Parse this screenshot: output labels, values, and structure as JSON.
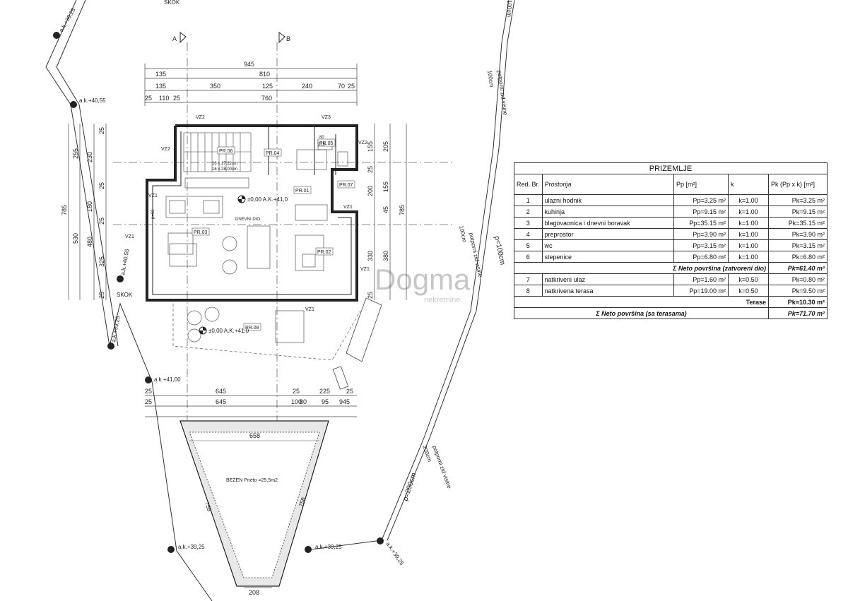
{
  "plan": {
    "section_marks": [
      "A",
      "B"
    ],
    "dims_top": [
      "945",
      "135",
      "810",
      "135",
      "350",
      "125",
      "240",
      "70",
      "25",
      "25",
      "110",
      "25",
      "760"
    ],
    "dims_left": [
      "785",
      "255",
      "230",
      "25",
      "180",
      "530",
      "480",
      "325",
      "25",
      "25",
      "25"
    ],
    "dims_right": [
      "205",
      "155",
      "25",
      "200",
      "155",
      "45",
      "785",
      "380",
      "330",
      "25"
    ],
    "dims_bottom": [
      "25",
      "645",
      "25",
      "225",
      "25",
      "25",
      "645",
      "100",
      "80",
      "95",
      "945"
    ],
    "room_tags": [
      "PR.01",
      "PR.02",
      "PR.03",
      "PR.04",
      "PR.05",
      "PR.06",
      "PR.07",
      "PR.08"
    ],
    "wall_tags": [
      "VZ1",
      "VZ2",
      "VZ3"
    ],
    "levels": {
      "floor": "±0,00  A.K.+41,0",
      "terrace": "±0,00  A.K.+41,0",
      "ak_4055_top": "a.k.+40,55",
      "ak_3925_top": "a.k.+39,25",
      "ak_4055_left": "a.k.+40,55",
      "ak_3925_left": "a.k.+39,25",
      "ak_4100": "a.k.+41,00",
      "ak_3925_bl": "a.k.+39,25",
      "ak_3925_bm": "a.k.+39,25",
      "ak_3925_br": "a.k.+39,25"
    },
    "labels": {
      "skok": "SKOK",
      "skok_top": "SKOK",
      "dnevni": "DNEVNI DIO",
      "stairs1": "16 x 17,22cm",
      "stairs2": "16 x 28,00cm",
      "door1": "80",
      "door2": "215",
      "p60": "p=60",
      "pool": "BEZEN Pneto =25,5m2",
      "pool_w_top": "658",
      "pool_w_bot": "208",
      "pool_side_l": "758",
      "pool_side_r": "758",
      "wall1": "potporni zid visine",
      "wall1b": "100cm",
      "wall2": "potporni zid visine",
      "wall2b": "100cm",
      "wall2c": "p=100cm",
      "wall3": "potporni zid visine",
      "wall3b": "200cm",
      "wall3c": "p=200cm",
      "wall_top": "100cm",
      "watermark": "Dogma",
      "watermark_sub": "nekretnine"
    }
  },
  "table": {
    "title": "PRIZEMLJE",
    "headers": {
      "rb": "Red. Br.",
      "prostorija": "Prostorija",
      "pp": "Pp [m²]",
      "k": "k",
      "pk": "Pk (Pp x k) [m²]"
    },
    "rows": [
      {
        "no": "1",
        "name": "ulazni hodnik",
        "pp": "Pp=3.25 m²",
        "k": "k=1.00",
        "pk": "Pk=3.25 m²"
      },
      {
        "no": "2",
        "name": "kuhinja",
        "pp": "Pp=9.15 m²",
        "k": "k=1.00",
        "pk": "Pk=9.15 m²"
      },
      {
        "no": "3",
        "name": "blagovaonica i dnevni boravak",
        "pp": "Pp=35.15 m²",
        "k": "k=1.00",
        "pk": "Pk=35.15 m²"
      },
      {
        "no": "4",
        "name": "preprostor",
        "pp": "Pp=3.90 m²",
        "k": "k=1.00",
        "pk": "Pk=3.90 m²"
      },
      {
        "no": "5",
        "name": "wc",
        "pp": "Pp=3.15 m²",
        "k": "k=1.00",
        "pk": "Pk=3.15 m²"
      },
      {
        "no": "6",
        "name": "stepenice",
        "pp": "Pp=6.80 m²",
        "k": "k=1.00",
        "pk": "Pk=6.80 m²"
      }
    ],
    "sum_closed_label": "Σ Neto površina (zatvoreni dio)",
    "sum_closed_value": "Pk=61.40 m²",
    "rows2": [
      {
        "no": "7",
        "name": "natkriveni ulaz",
        "pp": "Pp=1.60 m²",
        "k": "k=0.50",
        "pk": "Pk=0.80 m²"
      },
      {
        "no": "8",
        "name": "natkrivena terasa",
        "pp": "Pp=19.00 m²",
        "k": "k=0.50",
        "pk": "Pk=9.50 m²"
      }
    ],
    "terase_label": "Terase",
    "terase_value": "Pk=10.30 m²",
    "sum_total_label": "Σ Neto površina (sa terasama)",
    "sum_total_value": "Pk=71.70 m²"
  }
}
